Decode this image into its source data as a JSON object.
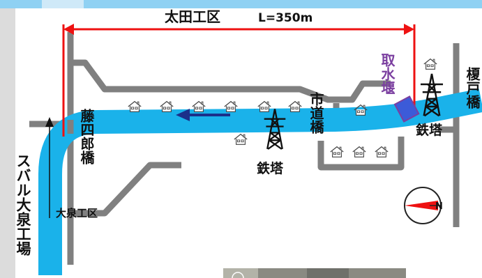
{
  "section_title": "太田工区",
  "section_length": "L=350m",
  "labels": {
    "fujishiro_bridge": "藤四郎橋",
    "city_road_bridge": "市道橋",
    "intake_weir": "取水堰",
    "enoki_bridge": "榎戸橋",
    "subaru_factory": "スバル大泉工場",
    "oizumi_section": "大泉工区",
    "tower_center": "鉄塔",
    "tower_right": "鉄塔"
  },
  "compass": {
    "direction_letter": "N"
  },
  "colors": {
    "river": "#1ab2ea",
    "road": "#808080",
    "dimension_line": "#ee1111",
    "weir": "#3c5bd8",
    "weir_label": "#7b3fa0",
    "flow_arrow": "#1b2f8a",
    "compass_arrow": "#ee1111"
  },
  "icons": [
    "house-icon",
    "transmission-tower-icon",
    "flow-arrow-icon",
    "compass-icon"
  ]
}
